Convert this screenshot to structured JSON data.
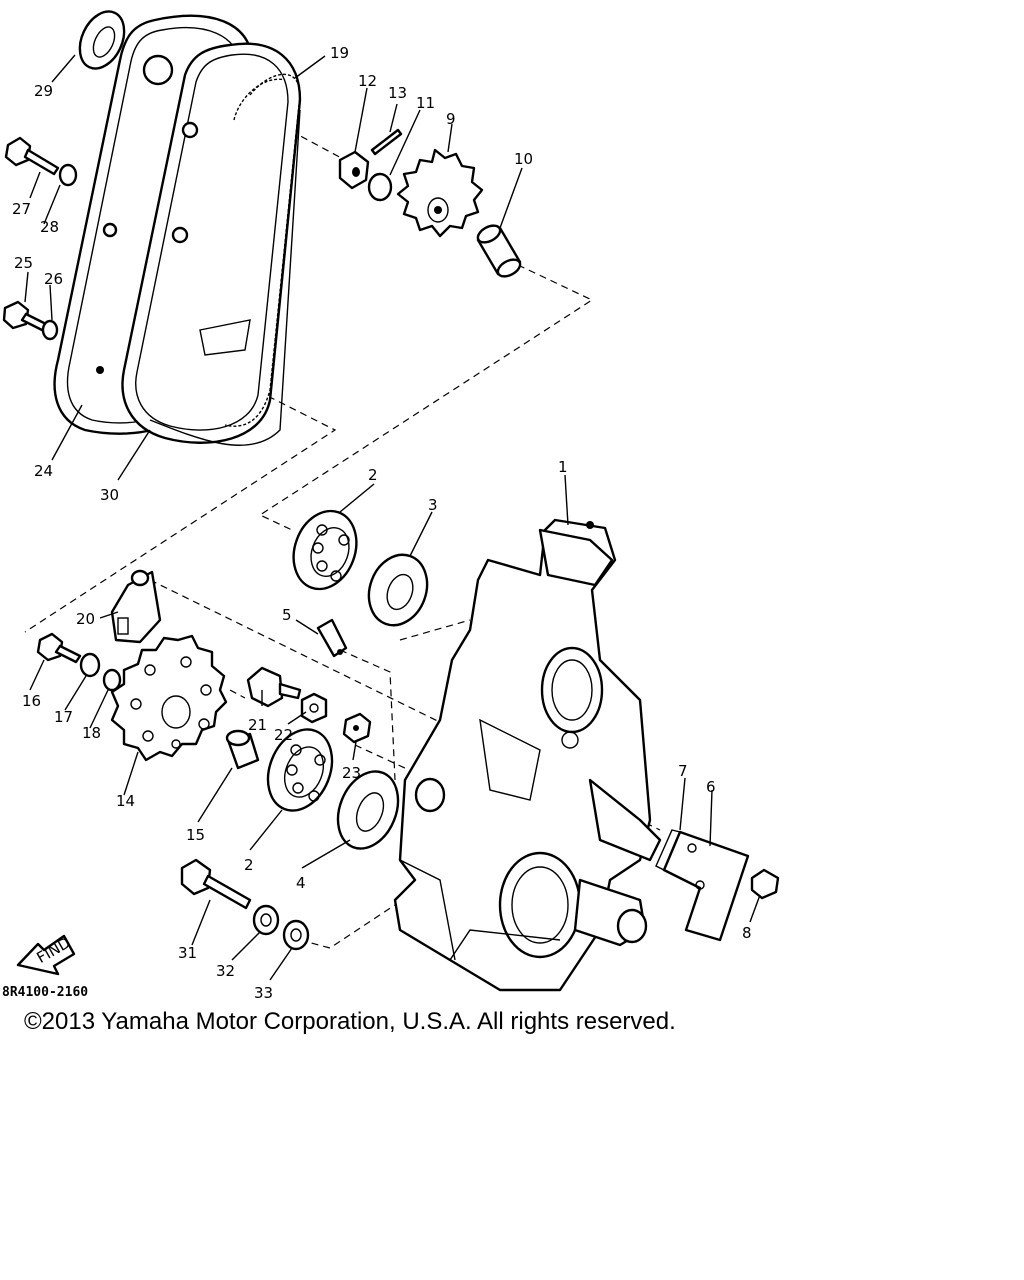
{
  "diagram": {
    "part_numbers": [
      "1",
      "2",
      "2",
      "3",
      "4",
      "5",
      "6",
      "7",
      "8",
      "9",
      "10",
      "11",
      "12",
      "13",
      "14",
      "15",
      "16",
      "17",
      "18",
      "19",
      "20",
      "21",
      "22",
      "23",
      "24",
      "25",
      "26",
      "27",
      "28",
      "29",
      "30",
      "31",
      "32",
      "33"
    ],
    "find_arrow_text": "FIND",
    "drawing_code": "8R4100-2160"
  },
  "footer": {
    "copyright": "©2013 Yamaha Motor Corporation, U.S.A. All rights reserved."
  }
}
